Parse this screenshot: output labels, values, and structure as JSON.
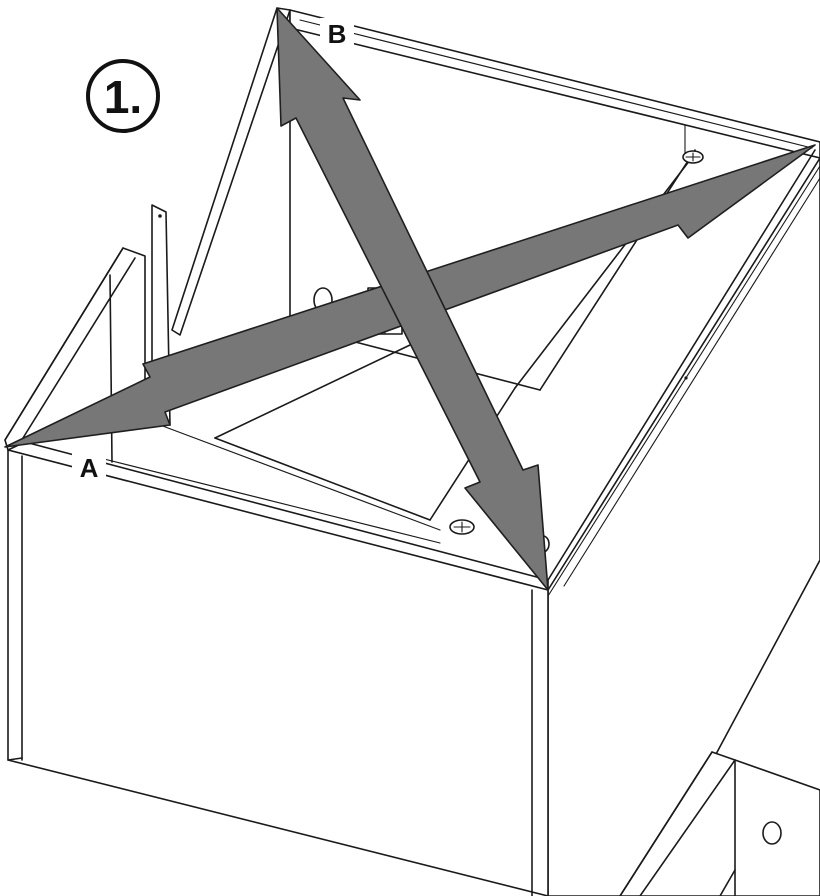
{
  "step": {
    "label": "1."
  },
  "corners": {
    "a": "A",
    "b": "B"
  }
}
